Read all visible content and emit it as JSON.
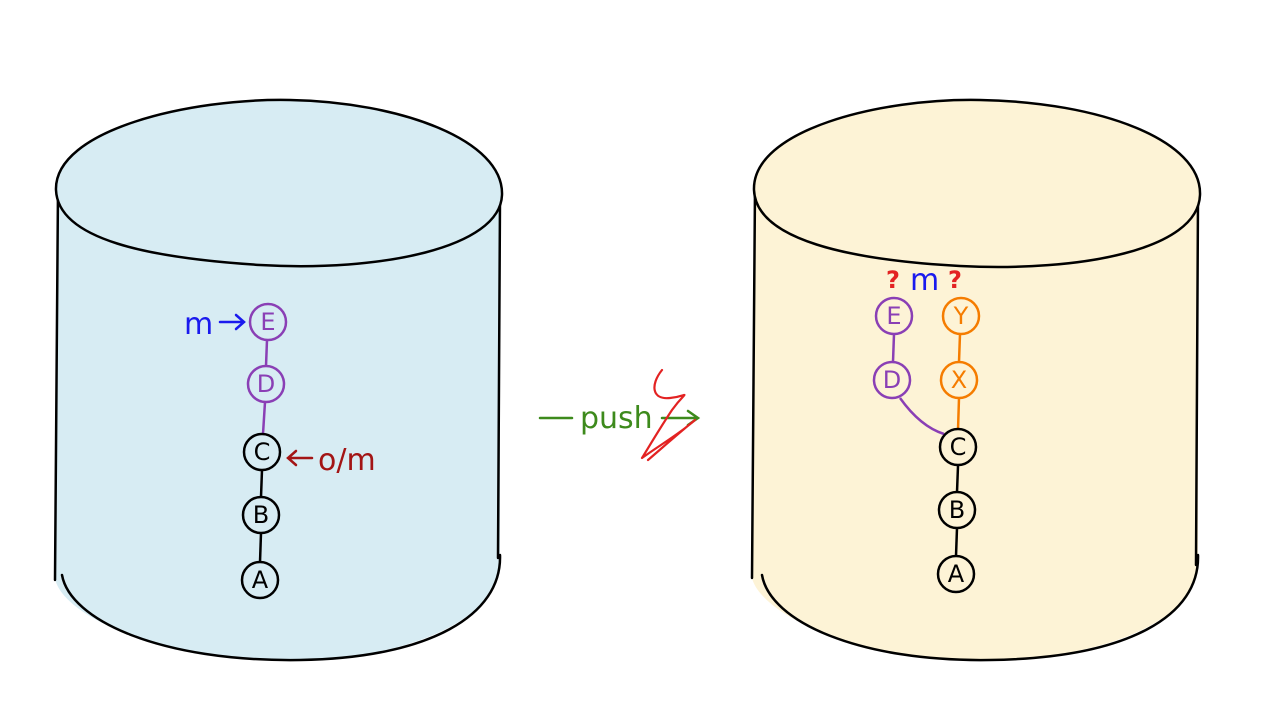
{
  "local_repo": {
    "fill": "#d7ecf3",
    "commits": [
      {
        "id": "A",
        "color": "#000000"
      },
      {
        "id": "B",
        "color": "#000000"
      },
      {
        "id": "C",
        "color": "#000000"
      },
      {
        "id": "D",
        "color": "#8a3fb5"
      },
      {
        "id": "E",
        "color": "#8a3fb5"
      }
    ],
    "branch_label": {
      "text": "m",
      "color": "#1a1aee"
    },
    "remote_label": {
      "text": "o/m",
      "color": "#a31515"
    }
  },
  "remote_repo": {
    "fill": "#fdf3d6",
    "commits": [
      {
        "id": "A",
        "color": "#000000"
      },
      {
        "id": "B",
        "color": "#000000"
      },
      {
        "id": "C",
        "color": "#000000"
      },
      {
        "id": "D",
        "color": "#8a3fb5"
      },
      {
        "id": "E",
        "color": "#8a3fb5"
      },
      {
        "id": "X",
        "color": "#f57c00"
      },
      {
        "id": "Y",
        "color": "#f57c00"
      }
    ],
    "branch_label": {
      "text": "m",
      "color": "#1a1aee"
    },
    "question_marks": {
      "text": "?",
      "color": "#e32222"
    }
  },
  "push_arrow": {
    "text": "push",
    "color": "#3d8a1c",
    "rejection_color": "#e32222"
  }
}
